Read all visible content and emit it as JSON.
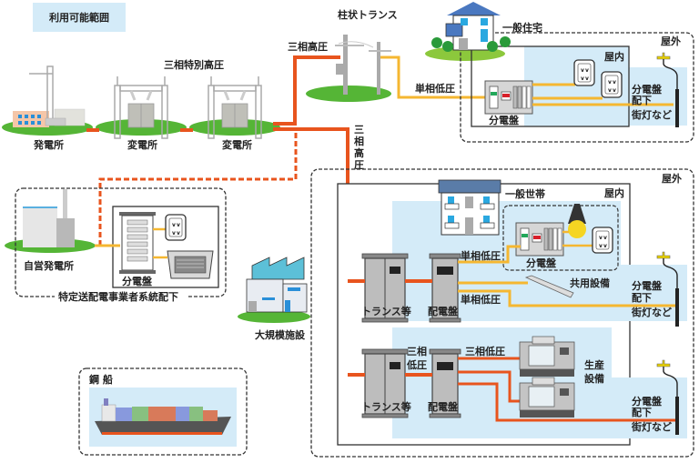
{
  "legend": {
    "label": "利用可能範囲",
    "color": "#d4ebf8"
  },
  "colors": {
    "three_phase_line": "#e8541e",
    "single_phase_line": "#f5b731",
    "ground": "#55b536",
    "indoor_area": "#d4ebf8",
    "boundary": "#333333"
  },
  "generation": {
    "power_plant": "発電所",
    "substation_1": "変電所",
    "substation_2": "変電所",
    "line_label": "三相特別高圧"
  },
  "pole_transformer": {
    "title": "柱状トランス",
    "line_in": "三相高圧",
    "line_out": "単相低圧"
  },
  "vertical_line_label": [
    "三",
    "相",
    "高",
    "圧"
  ],
  "house": {
    "title": "一般住宅",
    "indoor": "屋内",
    "outdoor": "屋外",
    "panel": "分電盤",
    "streetlight": [
      "分電盤",
      "配下",
      "街灯など"
    ]
  },
  "self_generation": {
    "plant": "自営発電所",
    "panel": "分電盤",
    "boundary_label": "特定送配電事業者系統配下"
  },
  "large_facility": {
    "label": "大規模施設",
    "outdoor": "屋外",
    "indoor": "屋内",
    "household": "一般世帯",
    "household_panel": "分電盤",
    "transformer_1": "トランス等",
    "switchboard_1": "配電盤",
    "single_phase_1": "単相低圧",
    "single_phase_2": "単相低圧",
    "common_equipment": "共用設備",
    "streetlight_1": [
      "分電盤",
      "配下",
      "街灯など"
    ],
    "transformer_2": "トランス等",
    "switchboard_2": "配電盤",
    "three_phase_low_a": [
      "三相",
      "低圧"
    ],
    "three_phase_low_b": "三相低圧",
    "production": [
      "生産",
      "設備"
    ],
    "streetlight_2": [
      "分電盤",
      "配下",
      "街灯など"
    ]
  },
  "ship": {
    "label": "鋼 船"
  }
}
